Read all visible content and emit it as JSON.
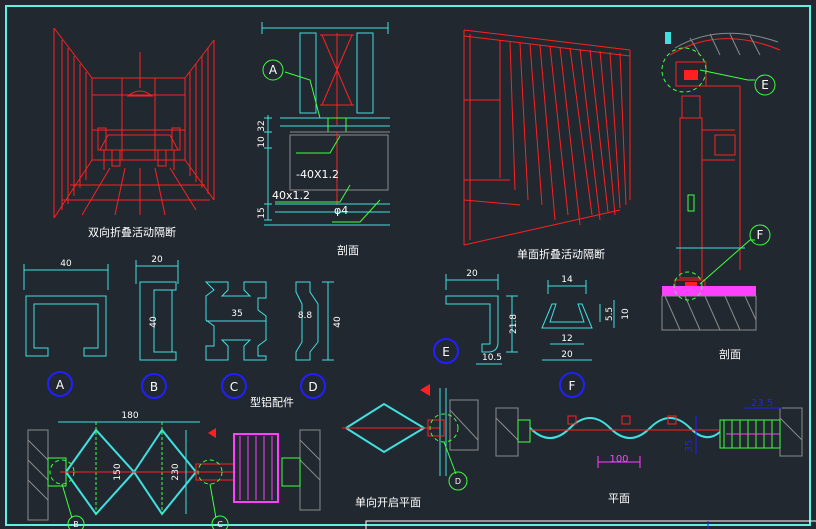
{
  "titles": {
    "double_fold": "双向折叠活动隔断",
    "section_top": "剖面",
    "single_fold": "单面折叠活动隔断",
    "section_right": "剖面",
    "profiles": "型铝配件",
    "single_plan": "单向开启平面",
    "plan": "平面"
  },
  "dims": {
    "p40": "40",
    "p20": "20",
    "p40v": "40",
    "p35": "35",
    "p8_8": "8.8",
    "p40d": "40",
    "p20e": "20",
    "p21_8": "21.8",
    "p10_5": "10.5",
    "p14": "14",
    "p5_5": "5.5",
    "p10": "10",
    "p12": "12",
    "p20f": "20",
    "s32": "32",
    "s10": "10",
    "s15": "15",
    "n_40x1_2a": "-40X1.2",
    "n_40x1_2b": "40x1.2",
    "n_phi4": "φ4",
    "b180": "180",
    "b150": "150",
    "b230": "230",
    "pl100": "100",
    "pl23_5": "23.5",
    "pl35": "35"
  },
  "tags": {
    "A": "A",
    "B": "B",
    "C": "C",
    "D": "D",
    "E": "E",
    "F": "F",
    "secA": "A",
    "secE": "E",
    "secF": "F",
    "planD": "D",
    "botB": "B",
    "botC": "C"
  },
  "colors": {
    "background": "#212830",
    "border": "#5ef0e0",
    "red": "#ff2020",
    "cyan": "#40e0e0",
    "green": "#40ff40",
    "yellow": "#ffff40",
    "magenta": "#ff40ff",
    "blue": "#2020ff",
    "white": "#ffffff",
    "gray": "#8a8a8a"
  }
}
